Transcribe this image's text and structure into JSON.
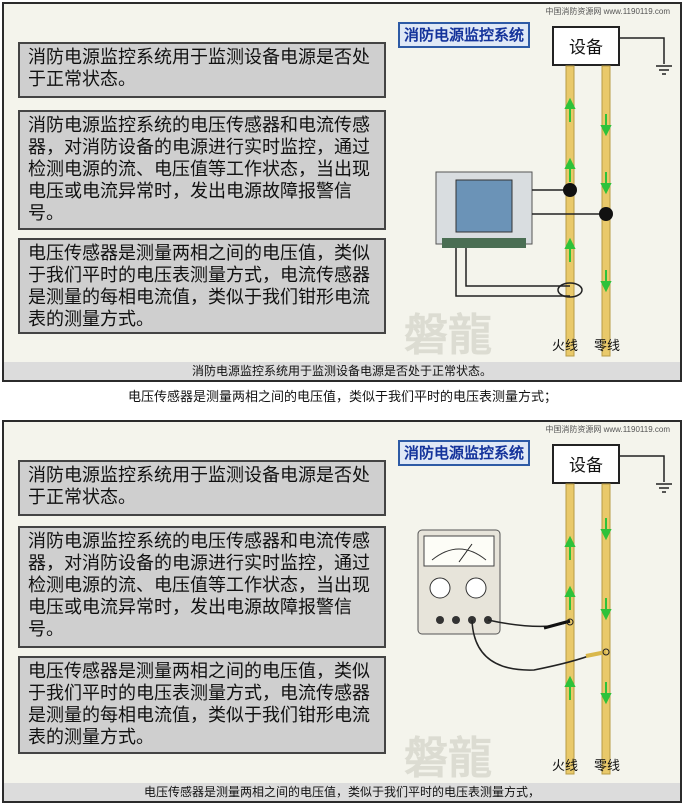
{
  "slides": [
    {
      "source_label": "中国消防资源网 www.1190119.com",
      "title_badge": "消防电源监控系统",
      "device_label": "设备",
      "boxes": [
        "消防电源监控系统用于监测设备电源是否处于正常状态。",
        "消防电源监控系统的电压传感器和电流传感器，对消防设备的电源进行实时监控，通过检测电源的流、电压值等工作状态，当出现电压或电流异常时，发出电源故障报警信号。",
        "电压传感器是测量两相之间的电压值，类似于我们平时的电压表测量方式，电流传感器是测量的每相电流值，类似于我们钳形电流表的测量方式。"
      ],
      "wire_labels": [
        "火线",
        "零线"
      ],
      "watermark": "磐龍",
      "caption": "消防电源监控系统用于监测设备电源是否处于正常状态。"
    },
    {
      "source_label": "中国消防资源网 www.1190119.com",
      "title_badge": "消防电源监控系统",
      "device_label": "设备",
      "boxes": [
        "消防电源监控系统用于监测设备电源是否处于正常状态。",
        "消防电源监控系统的电压传感器和电流传感器，对消防设备的电源进行实时监控，通过检测电源的流、电压值等工作状态，当出现电压或电流异常时，发出电源故障报警信号。",
        "电压传感器是测量两相之间的电压值，类似于我们平时的电压表测量方式，电流传感器是测量的每相电流值，类似于我们钳形电流表的测量方式。"
      ],
      "wire_labels": [
        "火线",
        "零线"
      ],
      "watermark": "磐龍",
      "caption": "电压传感器是测量两相之间的电压值，类似于我们平时的电压表测量方式，"
    }
  ],
  "between_text": "电压传感器是测量两相之间的电压值，类似于我们平时的电压表测量方式；",
  "colors": {
    "box_bg": "#cfcfcf",
    "badge_text": "#14339b",
    "wire": "#e9c96a",
    "arrow": "#2ec23a"
  },
  "icons": [
    "ground-icon",
    "monitor-module-icon",
    "multimeter-icon",
    "current-clamp-icon"
  ]
}
